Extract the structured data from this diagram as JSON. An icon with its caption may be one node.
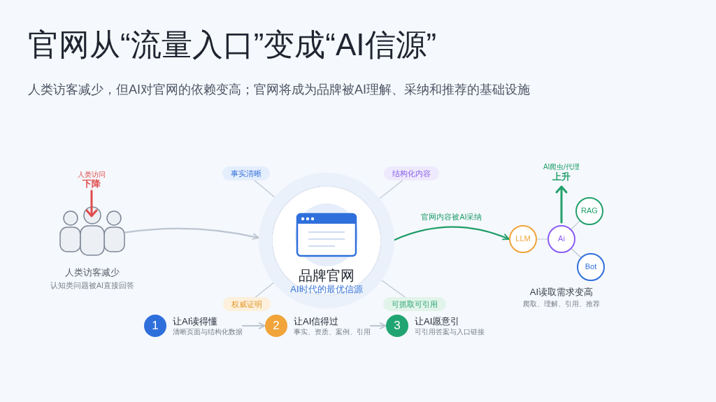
{
  "diagram": {
    "title": "官网从“流量入口”变成“AI信源”",
    "nodes": [
      {
        "text": [
          "事实清晰"
        ]
      },
      {
        "text": [
          "结构化内容"
        ]
      },
      {
        "text": [],
        "shape": "picture",
        "beside": [
          "人类访客减少",
          "认知类问题被AI直接回答"
        ]
      },
      {
        "text": [
          "品牌官网",
          "AI时代的最优信源"
        ]
      },
      {
        "text": [
          "LLM"
        ]
      },
      {
        "text": [
          "Ai"
        ]
      },
      {
        "text": [
          "RAG"
        ]
      },
      {
        "text": [
          "Bot"
        ]
      },
      {
        "text": [
          "权威证明"
        ]
      },
      {
        "text": [
          "可抓取可引用"
        ]
      },
      {
        "text": [
          "1"
        ],
        "beside": [
          "让AI读得懂",
          "清晰页面与结构化数据"
        ]
      },
      {
        "text": [
          "2"
        ],
        "beside": [
          "让AI信得过",
          "事实、资质、案例、引用"
        ]
      },
      {
        "text": [
          "3"
        ],
        "beside": [
          "让AI愿意引",
          "可引用答案与入口链接"
        ]
      }
    ],
    "edges": [
      {
        "from": 0,
        "to": 3,
        "arrow": "none"
      },
      {
        "from": 1,
        "to": 3,
        "arrow": "none"
      },
      {
        "from": 2,
        "to": 3,
        "arrow": "to"
      },
      {
        "from": 3,
        "to": 4,
        "arrow": "to",
        "label": "官网内容被AI采纳",
        "color": "#1f9d68"
      },
      {
        "from": 4,
        "to": 5,
        "arrow": "none"
      },
      {
        "from": 5,
        "to": 6,
        "arrow": "none"
      },
      {
        "from": 5,
        "to": 7,
        "arrow": "none"
      },
      {
        "from": 8,
        "to": 3,
        "arrow": "none"
      },
      {
        "from": 9,
        "to": 3,
        "arrow": "none"
      },
      {
        "from": 10,
        "to": 11,
        "arrow": "to"
      },
      {
        "from": 11,
        "to": 12,
        "arrow": "to"
      }
    ],
    "labels": [
      "人类访客减少，但AI对官网的依赖变高；官网将成为品牌被AI理解、采纳和推荐的基础设施",
      "人类访问",
      "下降",
      "AI爬虫/代理",
      "上升",
      "AI读取需求变高",
      "爬取、理解、引用、推荐"
    ]
  }
}
